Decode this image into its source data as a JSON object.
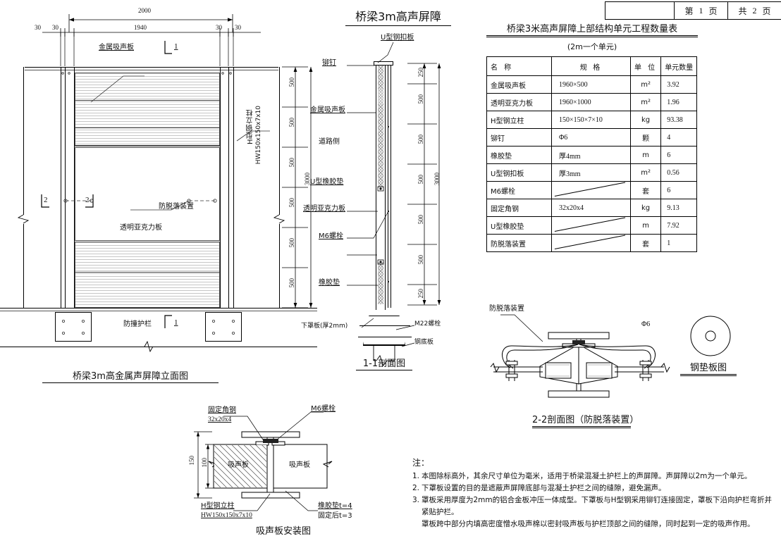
{
  "page_header": {
    "of_label": "第",
    "page_no": "1",
    "page_unit": "页",
    "total_label": "共",
    "total_no": "2",
    "total_unit": "页"
  },
  "main_title": "桥梁3m高声屏障",
  "elevation": {
    "title": "桥梁3m高金属声屏障立面图",
    "dims_top": {
      "overall": "2000",
      "inner": "1940",
      "edge1": "30",
      "edge2": "30",
      "edge3": "30",
      "edge4": "30"
    },
    "dims_right": [
      "500",
      "500",
      "500",
      "500",
      "500",
      "500"
    ],
    "overall_height": "3000",
    "labels": {
      "metal_panel": "金属吸声板",
      "column": "H型钢立柱",
      "column_spec": "HW150x150x7x10",
      "anti_fall": "防脱落装置",
      "acrylic": "透明亚克力板",
      "guardrail": "防撞护栏",
      "section_mark_1": "1",
      "section_mark_2": "2"
    }
  },
  "section11": {
    "title": "1-1剖面图",
    "dims": [
      "250",
      "500",
      "500",
      "500",
      "500",
      "500",
      "250"
    ],
    "overall_height": "3000",
    "labels": {
      "u_steel_plate": "U型钢扣板",
      "rivet": "铆钉",
      "metal_panel": "金属吸声板",
      "road_side": "道路侧",
      "u_rubber": "U型橡胶垫",
      "acrylic": "透明亚克力板",
      "m6_bolt": "M6螺栓",
      "rubber_pad": "橡胶垫",
      "lower_cover": "下罩板(厚2mm)",
      "m22_bolt": "M22螺栓",
      "steel_base": "钢底板"
    }
  },
  "quantity_table": {
    "title": "桥梁3米高声屏障上部结构单元工程数量表",
    "subtitle": "(2m一个单元)",
    "headers": [
      "名  称",
      "规  格",
      "单  位",
      "单元数量"
    ],
    "rows": [
      {
        "name": "金属吸声板",
        "spec": "1960×500",
        "unit": "m²",
        "qty": "3.92"
      },
      {
        "name": "透明亚克力板",
        "spec": "1960×1000",
        "unit": "m²",
        "qty": "1.96"
      },
      {
        "name": "H型钢立柱",
        "spec": "150×150×7×10",
        "unit": "kg",
        "qty": "93.38"
      },
      {
        "name": "铆钉",
        "spec": "Φ6",
        "unit": "颗",
        "qty": "4"
      },
      {
        "name": "橡胶垫",
        "spec": "厚4mm",
        "unit": "m",
        "qty": "6"
      },
      {
        "name": "U型钢扣板",
        "spec": "厚3mm",
        "unit": "m²",
        "qty": "0.56"
      },
      {
        "name": "M6螺栓",
        "spec": "",
        "unit": "套",
        "qty": "6"
      },
      {
        "name": "固定角钢",
        "spec": "32x20x4",
        "unit": "kg",
        "qty": "9.13"
      },
      {
        "name": "U型橡胶垫",
        "spec": "",
        "unit": "m",
        "qty": "7.92"
      },
      {
        "name": "防脱落装置",
        "spec": "",
        "unit": "套",
        "qty": "1"
      }
    ]
  },
  "section22": {
    "title": "2-2剖面图（防脱落装置）",
    "label_device": "防脱落装置",
    "label_dia": "Φ6"
  },
  "steel_pad": {
    "title": "钢垫板图"
  },
  "panel_install": {
    "title": "吸声板安装图",
    "labels": {
      "angle_steel": "固定角钢",
      "angle_spec": "32x20x4",
      "m6_bolt": "M6螺栓",
      "panel_left": "吸声板",
      "panel_right": "吸声板",
      "column": "H型钢立柱",
      "column_spec": "HW150x150x7x10",
      "rubber": "橡胶垫t=4",
      "rubber2": "固定后t=3",
      "dim_150": "150",
      "dim_100": "100"
    }
  },
  "notes": {
    "head": "注：",
    "items": [
      {
        "no": "1.",
        "text": "本图除标高外，其余尺寸单位为毫米，适用于桥梁混凝土护栏上的声屏障。声屏障以2m为一个单元。"
      },
      {
        "no": "2.",
        "text": "下罩板设置的目的是遮蔽声屏障底部与混凝土护栏之间的缝隙，避免漏声。"
      },
      {
        "no": "3.",
        "text": "罩板采用厚度为2mm的铝合金板冲压一体成型。下罩板与H型钢采用铆钉连接固定，罩板下沿向护栏弯折并紧贴护栏。"
      },
      {
        "no": "",
        "text": "罩板跨中部分内填高密度憎水吸声棉以密封吸声板与护栏顶部之间的缝隙，同时起到一定的吸声作用。"
      }
    ]
  }
}
